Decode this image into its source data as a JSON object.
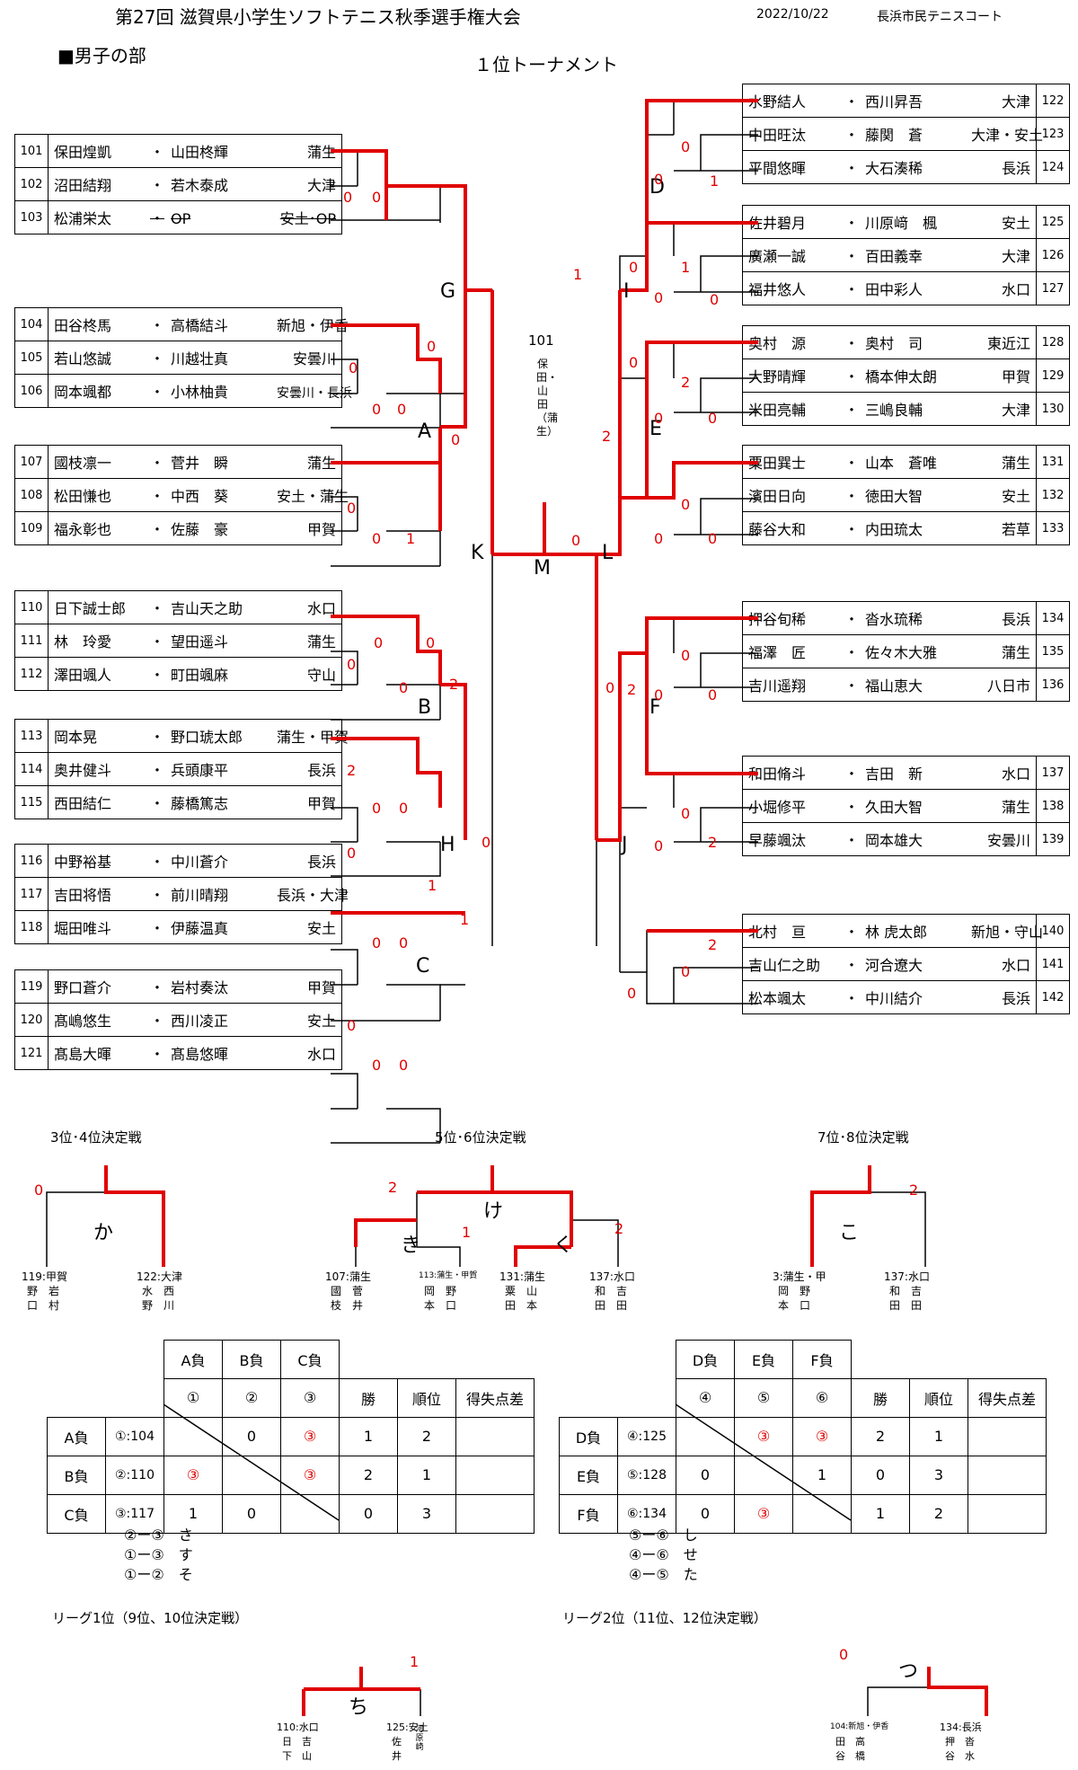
{
  "header": {
    "title": "第27回 滋賀県小学生ソフトテニス秋季選手権大会",
    "date": "2022/10/22",
    "venue": "長浜市民テニスコート"
  },
  "section": "■男子の部",
  "bracket_title": "１位トーナメント",
  "left_pairs": [
    {
      "num": "101",
      "p1": "保田煌凱",
      "p2": "山田柊輝",
      "club": "蒲生"
    },
    {
      "num": "102",
      "p1": "沼田結翔",
      "p2": "若木泰成",
      "club": "大津"
    },
    {
      "num": "103",
      "p1": "松浦栄太",
      "p2": "OP",
      "club": "安土･OP"
    },
    {
      "num": "104",
      "p1": "田谷柊馬",
      "p2": "高橋結斗",
      "club": "新旭・伊香"
    },
    {
      "num": "105",
      "p1": "若山悠誠",
      "p2": "川越壮真",
      "club": "安曇川"
    },
    {
      "num": "106",
      "p1": "岡本颯都",
      "p2": "小林柚貴",
      "club": "安曇川・長浜"
    },
    {
      "num": "107",
      "p1": "國枝凛一",
      "p2": "菅井　瞬",
      "club": "蒲生"
    },
    {
      "num": "108",
      "p1": "松田慊也",
      "p2": "中西　葵",
      "club": "安土・蒲生"
    },
    {
      "num": "109",
      "p1": "福永彰也",
      "p2": "佐藤　豪",
      "club": "甲賀"
    },
    {
      "num": "110",
      "p1": "日下誠士郎",
      "p2": "吉山天之助",
      "club": "水口"
    },
    {
      "num": "111",
      "p1": "林　玲愛",
      "p2": "望田遥斗",
      "club": "蒲生"
    },
    {
      "num": "112",
      "p1": "澤田颯人",
      "p2": "町田颯麻",
      "club": "守山"
    },
    {
      "num": "113",
      "p1": "岡本晃",
      "p2": "野口琥太郎",
      "club": "蒲生・甲賀"
    },
    {
      "num": "114",
      "p1": "奥井健斗",
      "p2": "兵頭康平",
      "club": "長浜"
    },
    {
      "num": "115",
      "p1": "西田結仁",
      "p2": "藤橋篤志",
      "club": "甲賀"
    },
    {
      "num": "116",
      "p1": "中野裕基",
      "p2": "中川蒼介",
      "club": "長浜"
    },
    {
      "num": "117",
      "p1": "吉田将悟",
      "p2": "前川晴翔",
      "club": "長浜・大津"
    },
    {
      "num": "118",
      "p1": "堀田唯斗",
      "p2": "伊藤温真",
      "club": "安土"
    },
    {
      "num": "119",
      "p1": "野口蒼介",
      "p2": "岩村奏汰",
      "club": "甲賀"
    },
    {
      "num": "120",
      "p1": "髙嶋悠生",
      "p2": "西川凌正",
      "club": "安土"
    },
    {
      "num": "121",
      "p1": "髙島大暉",
      "p2": "髙島悠暉",
      "club": "水口"
    }
  ],
  "right_pairs": [
    {
      "num": "122",
      "p1": "水野結人",
      "p2": "西川昇吾",
      "club": "大津"
    },
    {
      "num": "123",
      "p1": "中田旺汰",
      "p2": "藤関　蒼",
      "club": "大津・安土"
    },
    {
      "num": "124",
      "p1": "平間悠暉",
      "p2": "大石湊稀",
      "club": "長浜"
    },
    {
      "num": "125",
      "p1": "佐井碧月",
      "p2": "川原﨑　楓",
      "club": "安土"
    },
    {
      "num": "126",
      "p1": "廣瀬一誠",
      "p2": "百田義幸",
      "club": "大津"
    },
    {
      "num": "127",
      "p1": "福井悠人",
      "p2": "田中彩人",
      "club": "水口"
    },
    {
      "num": "128",
      "p1": "奥村　源",
      "p2": "奥村　司",
      "club": "東近江"
    },
    {
      "num": "129",
      "p1": "大野晴輝",
      "p2": "橋本伸太朗",
      "club": "甲賀"
    },
    {
      "num": "130",
      "p1": "米田亮輔",
      "p2": "三嶋良輔",
      "club": "大津"
    },
    {
      "num": "131",
      "p1": "粟田巽士",
      "p2": "山本　蒼唯",
      "club": "蒲生"
    },
    {
      "num": "132",
      "p1": "濱田日向",
      "p2": "徳田大智",
      "club": "安土"
    },
    {
      "num": "133",
      "p1": "藤谷大和",
      "p2": "内田琉太",
      "club": "若草"
    },
    {
      "num": "134",
      "p1": "押谷旬稀",
      "p2": "沓水琉稀",
      "club": "長浜"
    },
    {
      "num": "135",
      "p1": "福澤　匠",
      "p2": "佐々木大雅",
      "club": "蒲生"
    },
    {
      "num": "136",
      "p1": "吉川遥翔",
      "p2": "福山恵大",
      "club": "八日市"
    },
    {
      "num": "137",
      "p1": "和田脩斗",
      "p2": "吉田　新",
      "club": "水口"
    },
    {
      "num": "138",
      "p1": "小堀修平",
      "p2": "久田大智",
      "club": "蒲生"
    },
    {
      "num": "139",
      "p1": "早藤颯汰",
      "p2": "岡本雄大",
      "club": "安曇川"
    },
    {
      "num": "140",
      "p1": "北村　亘",
      "p2": "林 虎太郎",
      "club": "新旭・守山"
    },
    {
      "num": "141",
      "p1": "吉山仁之助",
      "p2": "河合遼大",
      "club": "水口"
    },
    {
      "num": "142",
      "p1": "松本颯太",
      "p2": "中川結介",
      "club": "長浜"
    }
  ],
  "node_labels": [
    "G",
    "A",
    "B",
    "H",
    "C",
    "K",
    "M",
    "L",
    "I",
    "D",
    "E",
    "F",
    "J"
  ],
  "winner": {
    "num": "101",
    "names": "保田・山田（蒲生）"
  },
  "placement": {
    "p34": {
      "title": "3位･4位決定戦",
      "label": "か",
      "score": "0",
      "left": {
        "code": "119:甲賀",
        "n1": "野　岩",
        "n2": "口　村"
      },
      "right": {
        "code": "122:大津",
        "n1": "水　西",
        "n2": "野　川"
      }
    },
    "p56": {
      "title": "5位･6位決定戦",
      "center_label": "け",
      "left_label": "き",
      "right_label": "く",
      "scores": [
        "2",
        "1",
        "2"
      ],
      "entries": [
        {
          "code": "107:蒲生",
          "n1": "國　菅",
          "n2": "枝　井"
        },
        {
          "code": "113:蒲生・甲賀",
          "n1": "岡　野",
          "n2": "本　口"
        },
        {
          "code": "131:蒲生",
          "n1": "粟　山",
          "n2": "田　本"
        },
        {
          "code": "137:水口",
          "n1": "和　吉",
          "n2": "田　田"
        }
      ]
    },
    "p78": {
      "title": "7位･8位決定戦",
      "label": "こ",
      "score": "2",
      "left": {
        "code": "3:蒲生・甲",
        "n1": "岡　野",
        "n2": "本　口"
      },
      "right": {
        "code": "137:水口",
        "n1": "和　吉",
        "n2": "田　田"
      }
    }
  },
  "league1": {
    "top_headers": [
      "A負",
      "B負",
      "C負"
    ],
    "circles": [
      "①",
      "②",
      "③"
    ],
    "cols": [
      "勝",
      "順位",
      "得失点差"
    ],
    "rows": [
      {
        "label": "A負",
        "code": "①:104",
        "cells": [
          "",
          "0",
          "③"
        ],
        "win": "1",
        "rank": "2",
        "diff": ""
      },
      {
        "label": "B負",
        "code": "②:110",
        "cells": [
          "③",
          "",
          "③"
        ],
        "win": "2",
        "rank": "1",
        "diff": ""
      },
      {
        "label": "C負",
        "code": "③:117",
        "cells": [
          "1",
          "0",
          ""
        ],
        "win": "0",
        "rank": "3",
        "diff": ""
      }
    ],
    "order": [
      "②ー③　さ",
      "①ー③　す",
      "①ー②　そ"
    ]
  },
  "league2": {
    "top_headers": [
      "D負",
      "E負",
      "F負"
    ],
    "circles": [
      "④",
      "⑤",
      "⑥"
    ],
    "cols": [
      "勝",
      "順位",
      "得失点差"
    ],
    "rows": [
      {
        "label": "D負",
        "code": "④:125",
        "cells": [
          "",
          "③",
          "③"
        ],
        "win": "2",
        "rank": "1",
        "diff": ""
      },
      {
        "label": "E負",
        "code": "⑤:128",
        "cells": [
          "0",
          "",
          "1"
        ],
        "win": "0",
        "rank": "3",
        "diff": ""
      },
      {
        "label": "F負",
        "code": "⑥:134",
        "cells": [
          "0",
          "③",
          ""
        ],
        "win": "1",
        "rank": "2",
        "diff": ""
      }
    ],
    "order": [
      "⑤ー⑥　し",
      "④ー⑥　せ",
      "④ー⑤　た"
    ]
  },
  "finals": {
    "l1": {
      "title": "リーグ1位（9位、10位決定戦）",
      "label": "ち",
      "score": "1",
      "left": {
        "code": "110:水口",
        "n1": "日　吉",
        "n2": "下　山"
      },
      "right": {
        "code": "125:安土",
        "n1": "佐",
        "n2": "井",
        "v": "河原崎"
      }
    },
    "l2": {
      "title": "リーグ2位（11位、12位決定戦）",
      "label": "つ",
      "score": "0",
      "left": {
        "code": "104:新旭・伊香",
        "n1": "田　高",
        "n2": "谷　橋"
      },
      "right": {
        "code": "134:長浜",
        "n1": "押　沓",
        "n2": "谷　水"
      }
    }
  }
}
